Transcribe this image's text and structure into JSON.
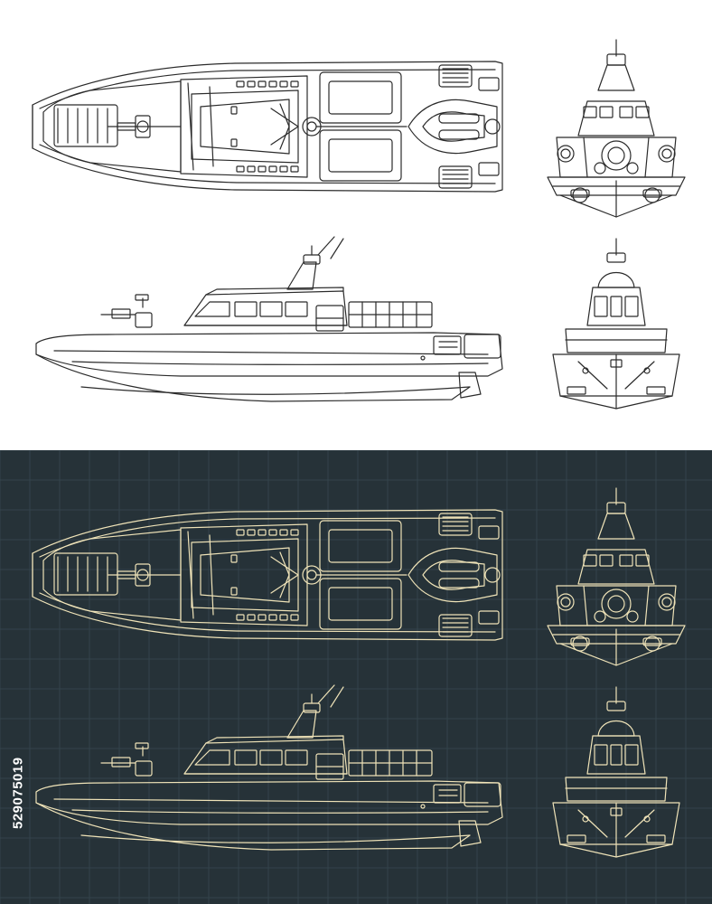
{
  "palette": {
    "light_background": "#ffffff",
    "light_line": "#2b2b2b",
    "dark_background": "#263238",
    "dark_line": "#efe3b8",
    "grid": "#34434b"
  },
  "views": [
    "top-view",
    "front-view",
    "side-view",
    "rear-view"
  ],
  "stock_id": "529075019"
}
